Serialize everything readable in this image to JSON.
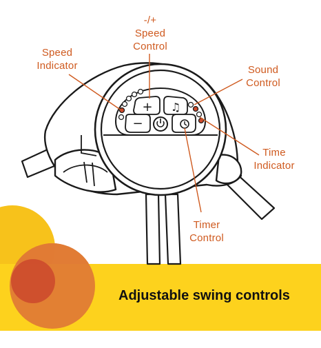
{
  "caption": "Adjustable swing controls",
  "callouts": {
    "speed_control": {
      "line1": "-/+",
      "line2": "Speed",
      "line3": "Control"
    },
    "speed_indicator": {
      "line1": "Speed",
      "line2": "Indicator"
    },
    "sound_control": {
      "line1": "Sound",
      "line2": "Control"
    },
    "time_indicator": {
      "line1": "Time",
      "line2": "Indicator"
    },
    "timer_control": {
      "line1": "Timer",
      "line2": "Control"
    }
  },
  "icons": {
    "plus": "+",
    "minus": "−",
    "music": "♫"
  },
  "colors": {
    "accent": "#cf5a1f",
    "banner_yellow": "#fdd21d",
    "circle_yellow": "#f7c21b",
    "circle_orange": "#e07b35",
    "circle_red": "#cd4a2c",
    "line_art": "#1a1a1a"
  }
}
